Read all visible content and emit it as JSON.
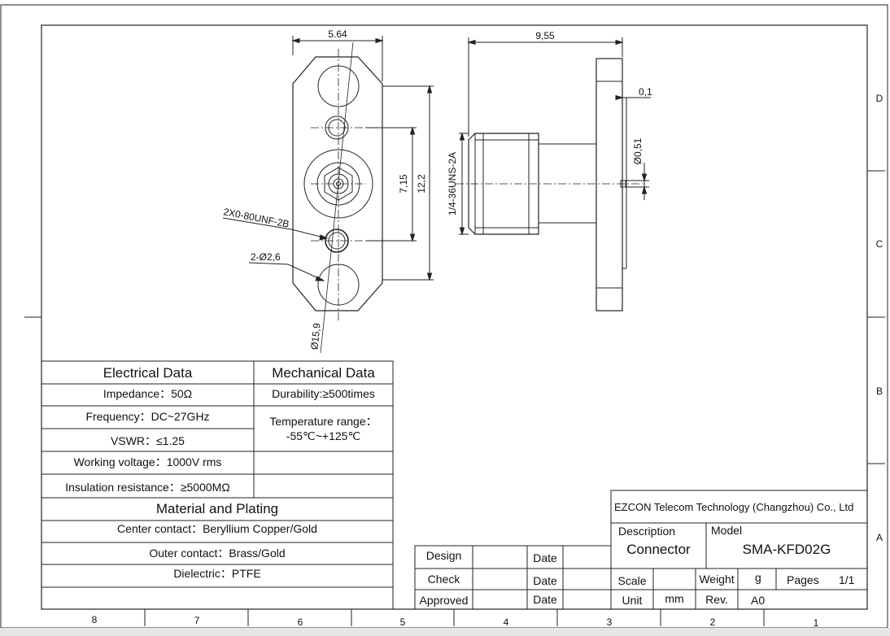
{
  "zones": {
    "columns": [
      "8",
      "7",
      "6",
      "5",
      "4",
      "3",
      "2",
      "1"
    ],
    "rows": [
      "D",
      "C",
      "B",
      "A"
    ]
  },
  "front_view": {
    "dim_width": "5.64",
    "dim_holes": "7,15",
    "dim_height": "12,2",
    "thread_callout": "2X0-80UNF-2B",
    "hole_callout": "2-Ø2,6",
    "flange_dia": "Ø15,9"
  },
  "side_view": {
    "dim_length": "9,55",
    "dim_pin_offset": "0,1",
    "dim_pin_dia": "Ø0,51",
    "thread_spec": "1/4-36UNS-2A"
  },
  "electrical": {
    "title": "Electrical Data",
    "impedance": "Impedance：50Ω",
    "frequency": "Frequency：DC~27GHz",
    "vswr": "VSWR：≤1.25",
    "working_voltage": "Working voltage：1000V rms",
    "insulation": "Insulation resistance：≥5000MΩ"
  },
  "mechanical": {
    "title": "Mechanical Data",
    "durability": "Durability:≥500times",
    "temp_label": "Temperature range：",
    "temp_value": "-55℃~+125℃"
  },
  "material": {
    "title": "Material and Plating",
    "center": "Center contact：Beryllium Copper/Gold",
    "outer": "Outer contact：Brass/Gold",
    "dielectric": "Dielectric：PTFE"
  },
  "signoff": {
    "design": "Design",
    "check": "Check",
    "approved": "Approved",
    "date": "Date"
  },
  "title_block": {
    "company": "EZCON Telecom Technology (Changzhou) Co., Ltd",
    "description_label": "Description",
    "description": "Connector",
    "model_label": "Model",
    "model": "SMA-KFD02G",
    "scale_label": "Scale",
    "weight_label": "Weight",
    "weight_unit": "g",
    "pages_label": "Pages",
    "pages": "1/1",
    "unit_label": "Unit",
    "unit": "mm",
    "rev_label": "Rev.",
    "rev": "A0"
  }
}
